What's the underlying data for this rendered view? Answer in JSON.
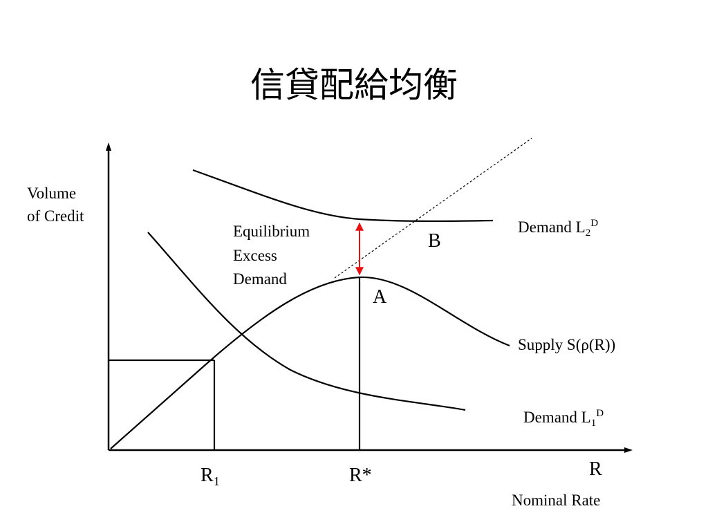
{
  "title": "信貸配給均衡",
  "labels": {
    "y_axis_line1": "Volume",
    "y_axis_line2": "of Credit",
    "x_axis_symbol": "R",
    "x_axis_name": "Nominal Rate",
    "excess_line1": "Equilibrium",
    "excess_line2": "Excess",
    "excess_line3": "Demand",
    "point_a": "A",
    "point_b": "B",
    "r_star": "R*",
    "r1_base": "R",
    "r1_sub": "1",
    "demand2_base": "Demand L",
    "demand2_sub": "2",
    "demand2_sup": "D",
    "demand1_base": "Demand L",
    "demand1_sub": "1",
    "demand1_sup": "D",
    "supply": "Supply S(ρ(R))"
  },
  "colors": {
    "line": "#000000",
    "arrow": "#e81010",
    "background": "#ffffff"
  }
}
